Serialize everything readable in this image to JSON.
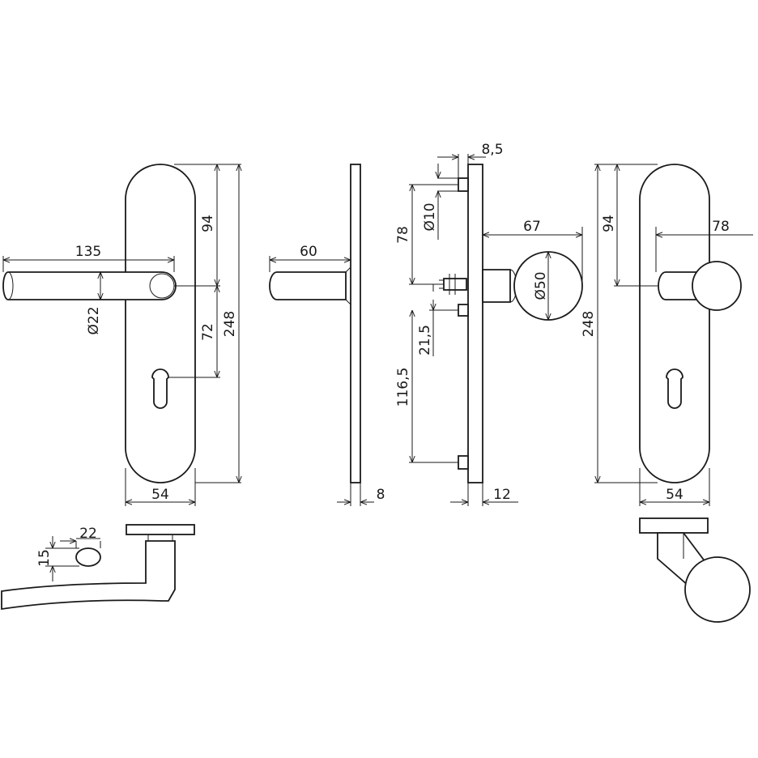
{
  "figure_a": {
    "lever_length": "135",
    "lever_diameter": "Ø22",
    "plate_width": "54",
    "rose_to_handle": "94",
    "handle_to_keyhole": "72",
    "plate_height": "248",
    "section_w": "22",
    "section_h": "15"
  },
  "figure_b": {
    "projection": "60",
    "plate_thickness": "8"
  },
  "figure_c": {
    "pin_offset": "8,5",
    "pin_diameter": "Ø10",
    "top_pin_spacing": "78",
    "knob_projection": "67",
    "knob_diameter": "Ø50",
    "spindle_to_pin": "21,5",
    "bottom_pin_spacing": "116,5",
    "plate_thickness": "12"
  },
  "figure_d": {
    "rose_to_knob": "94",
    "knob_offset": "78",
    "plate_height": "248",
    "plate_width": "54"
  }
}
